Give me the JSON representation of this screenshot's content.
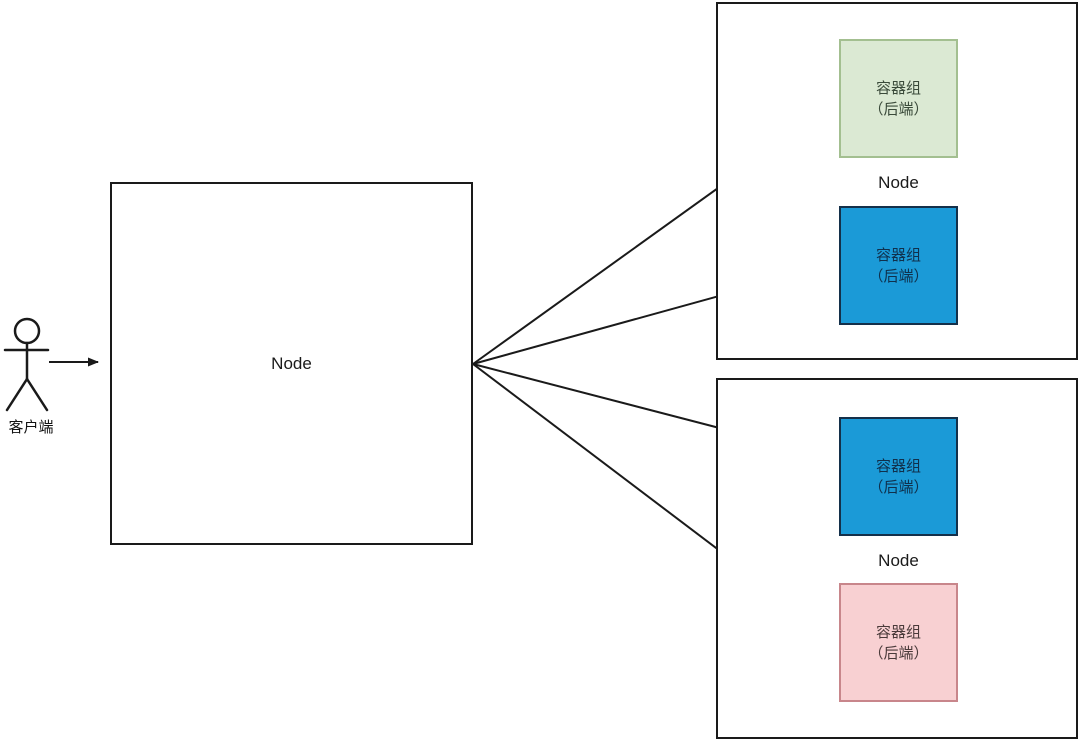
{
  "diagram": {
    "client": {
      "label": "客户端"
    },
    "load_balancer_node": {
      "label": "Node"
    },
    "worker_nodes": [
      {
        "label": "Node",
        "pods": [
          {
            "line1": "容器组",
            "line2": "（后端）",
            "variant": "green",
            "fill": "#dbe9d3",
            "border": "#a3bf90"
          },
          {
            "line1": "容器组",
            "line2": "（后端）",
            "variant": "blue",
            "fill": "#1b9ad7",
            "border": "#14304a"
          }
        ]
      },
      {
        "label": "Node",
        "pods": [
          {
            "line1": "容器组",
            "line2": "（后端）",
            "variant": "blue",
            "fill": "#1b9ad7",
            "border": "#14304a"
          },
          {
            "line1": "容器组",
            "line2": "（后端）",
            "variant": "pink",
            "fill": "#f8d0d2",
            "border": "#c8868b"
          }
        ]
      }
    ],
    "colors": {
      "line": "#1a1a1a",
      "box_border": "#1a1a1a",
      "background": "#ffffff"
    }
  }
}
